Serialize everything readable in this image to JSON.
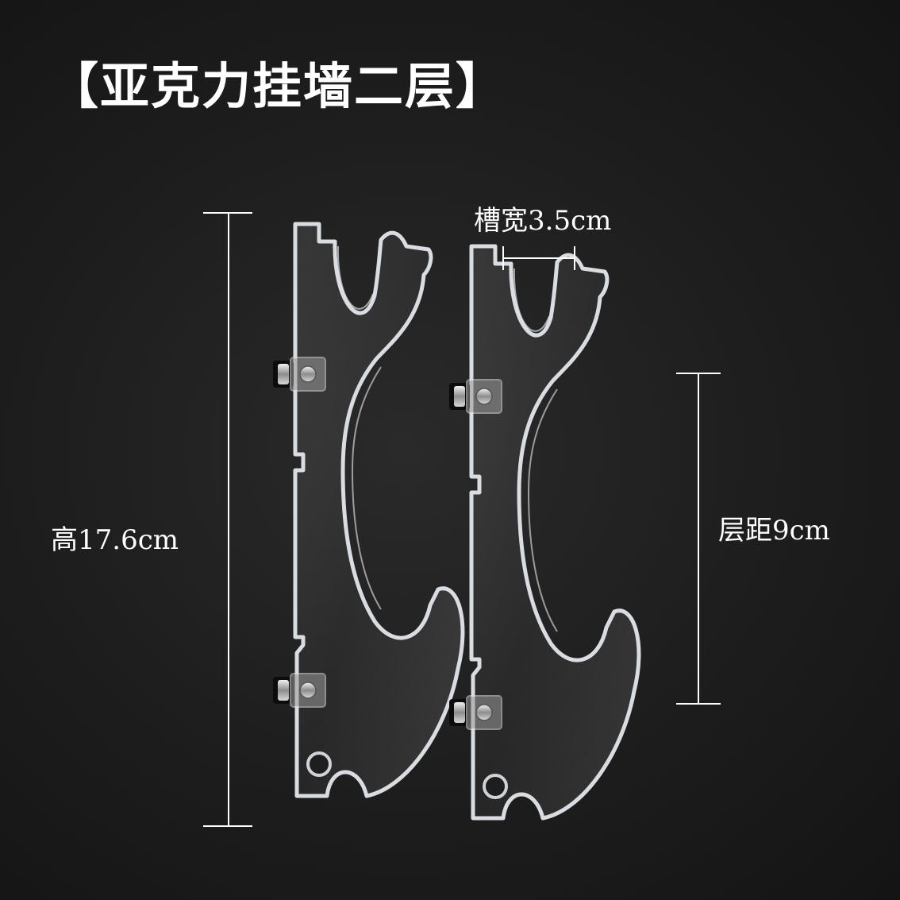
{
  "title": "【亚克力挂墙二层】",
  "dimensions": {
    "height": "高17.6cm",
    "layer_spacing": "层距9cm",
    "slot_width": "槽宽3.5cm"
  },
  "colors": {
    "background": "#1d1d1d",
    "text": "#ffffff",
    "acrylic_edge": "#d9dde2"
  }
}
